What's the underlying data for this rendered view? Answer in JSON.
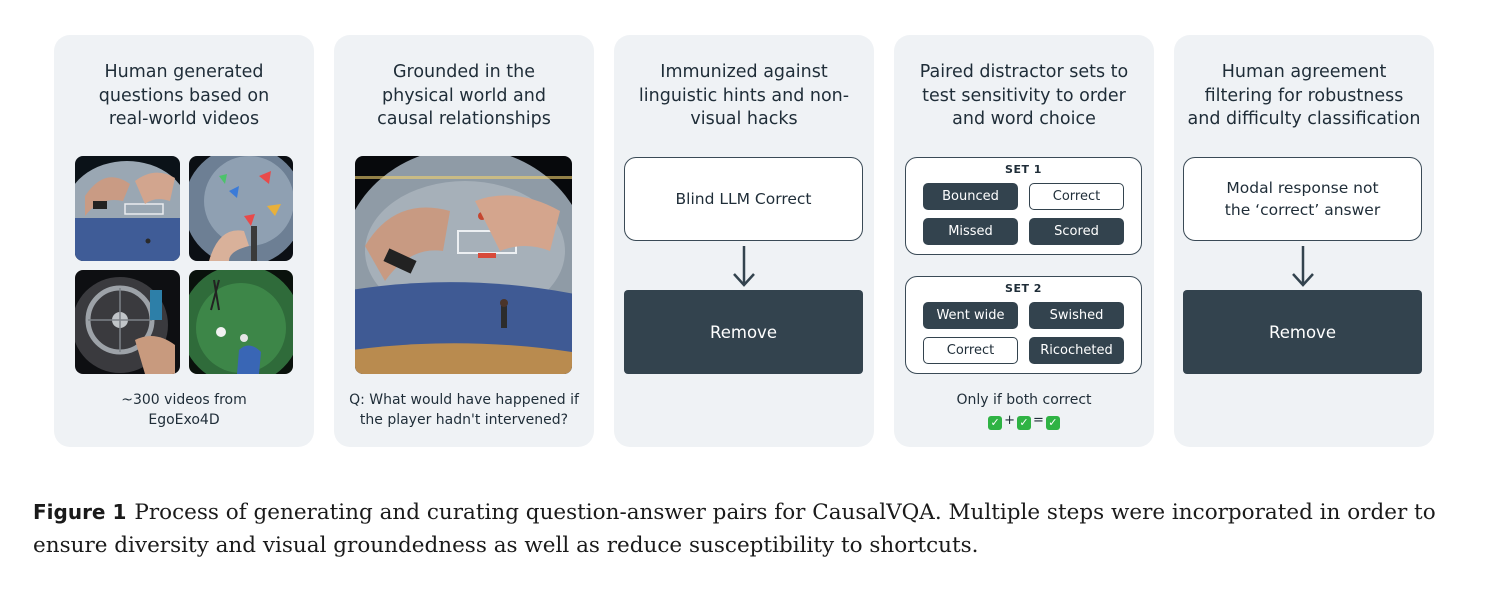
{
  "panels": [
    {
      "title_lines": [
        "Human generated",
        "questions based on",
        "real-world videos"
      ],
      "caption_lines": [
        "~300 videos from",
        "EgoExo4D"
      ]
    },
    {
      "title_lines": [
        "Grounded in the",
        "physical world and",
        "causal relationships"
      ],
      "caption_lines": [
        "Q: What would have happened if",
        "the player hadn't intervened?"
      ]
    },
    {
      "title_lines": [
        "Immunized against",
        "linguistic hints and non-",
        "visual hacks"
      ],
      "box_text": "Blind LLM Correct",
      "action": "Remove"
    },
    {
      "title_lines": [
        "Paired distractor sets to",
        "test sensitivity to order",
        "and word choice"
      ],
      "sets": [
        {
          "label": "SET 1",
          "options": [
            "Bounced",
            "Correct",
            "Missed",
            "Scored"
          ]
        },
        {
          "label": "SET 2",
          "options": [
            "Went wide",
            "Swished",
            "Correct",
            "Ricocheted"
          ]
        }
      ],
      "caption": "Only if both correct",
      "equation": {
        "plus": "+",
        "equals": "="
      }
    },
    {
      "title_lines": [
        "Human agreement",
        "filtering for robustness",
        "and difficulty classification"
      ],
      "box_lines": [
        "Modal response not",
        "the ‘correct’ answer"
      ],
      "action": "Remove"
    }
  ],
  "figure": {
    "label": "Figure 1",
    "caption": "Process of generating and curating question-answer pairs for CausalVQA. Multiple steps were incorporated in order to ensure diversity and visual groundedness as well as reduce susceptibility to shortcuts."
  },
  "colors": {
    "panel_bg": "#eff2f5",
    "dark": "#33434e",
    "check": "#2fb344"
  }
}
